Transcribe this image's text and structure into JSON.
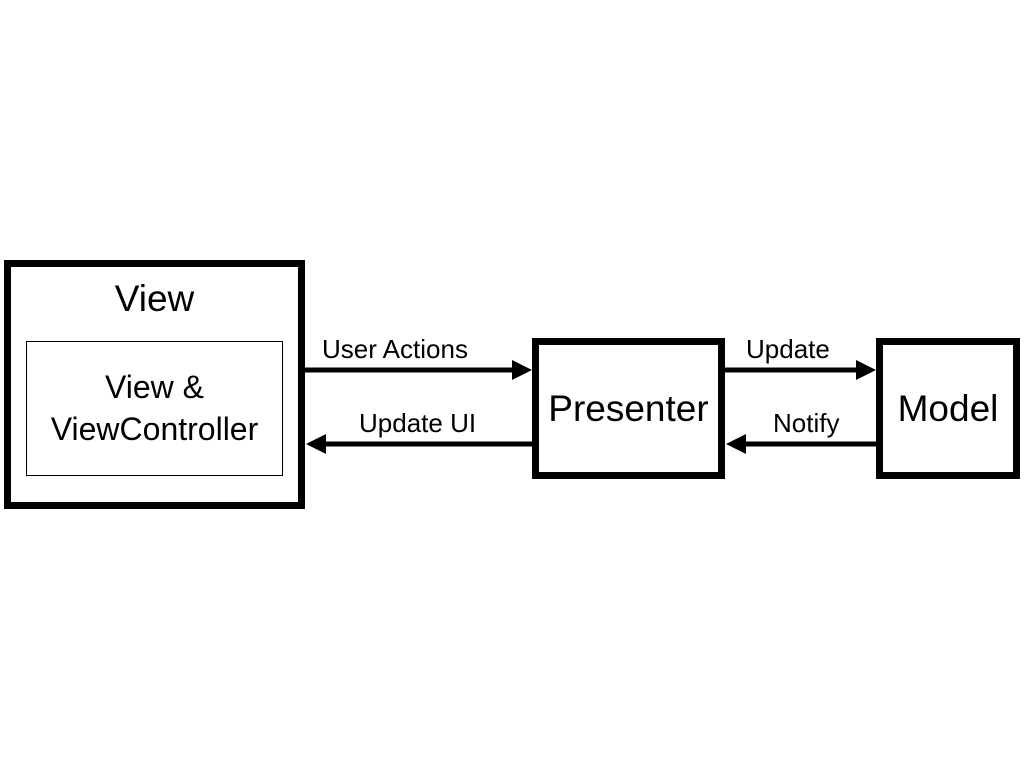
{
  "view": {
    "title": "View",
    "inner_line1": "View &",
    "inner_line2": "ViewController"
  },
  "presenter": {
    "title": "Presenter"
  },
  "model": {
    "title": "Model"
  },
  "arrows": {
    "user_actions": "User Actions",
    "update_ui": "Update UI",
    "update": "Update",
    "notify": "Notify"
  }
}
